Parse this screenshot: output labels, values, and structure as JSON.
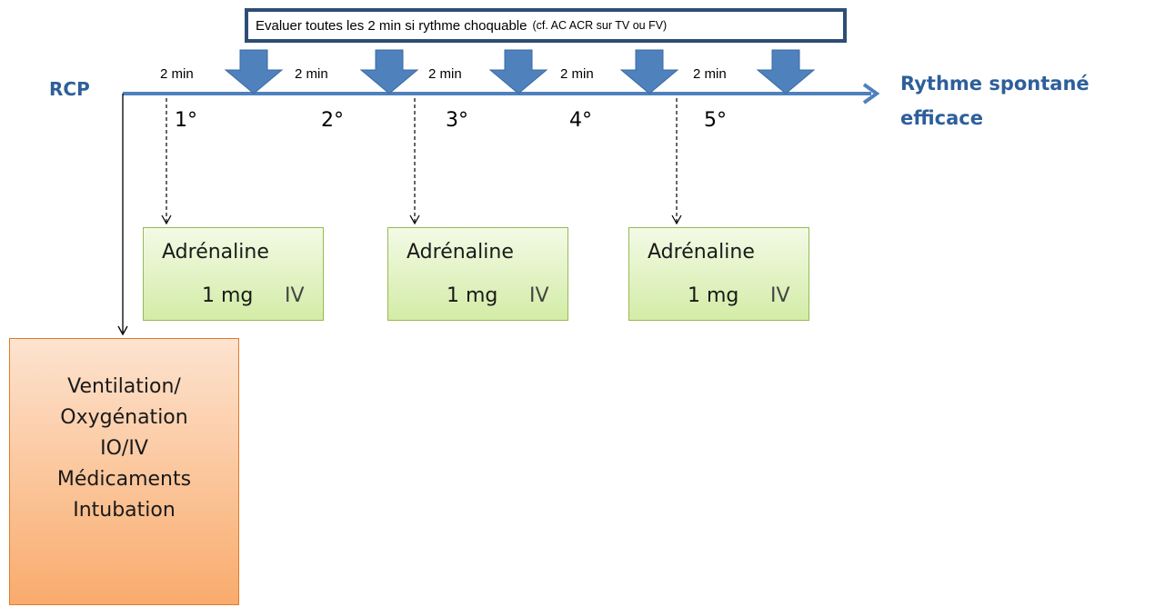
{
  "header": {
    "text_main": "Evaluer toutes les 2 min si rythme choquable",
    "text_note": "(cf. AC ACR sur TV ou FV)"
  },
  "timeline": {
    "start_label": "RCP",
    "end_label_line1": "Rythme spontané",
    "end_label_line2": "efficace",
    "interval_label": "2 min",
    "cycles": [
      "1°",
      "2°",
      "3°",
      "4°",
      "5°"
    ]
  },
  "adrenaline": {
    "name": "Adrénaline",
    "dose": "1 mg",
    "route": "IV"
  },
  "actions": {
    "lines": [
      "Ventilation/",
      "Oxygénation",
      "IO/IV",
      "Médicaments",
      "Intubation"
    ]
  },
  "colors": {
    "timeline_blue": "#4f81bd",
    "header_border": "#2e4d74",
    "label_blue": "#2e5f9a",
    "green_box_border": "#98b954",
    "orange_box_border": "#e07a28"
  }
}
